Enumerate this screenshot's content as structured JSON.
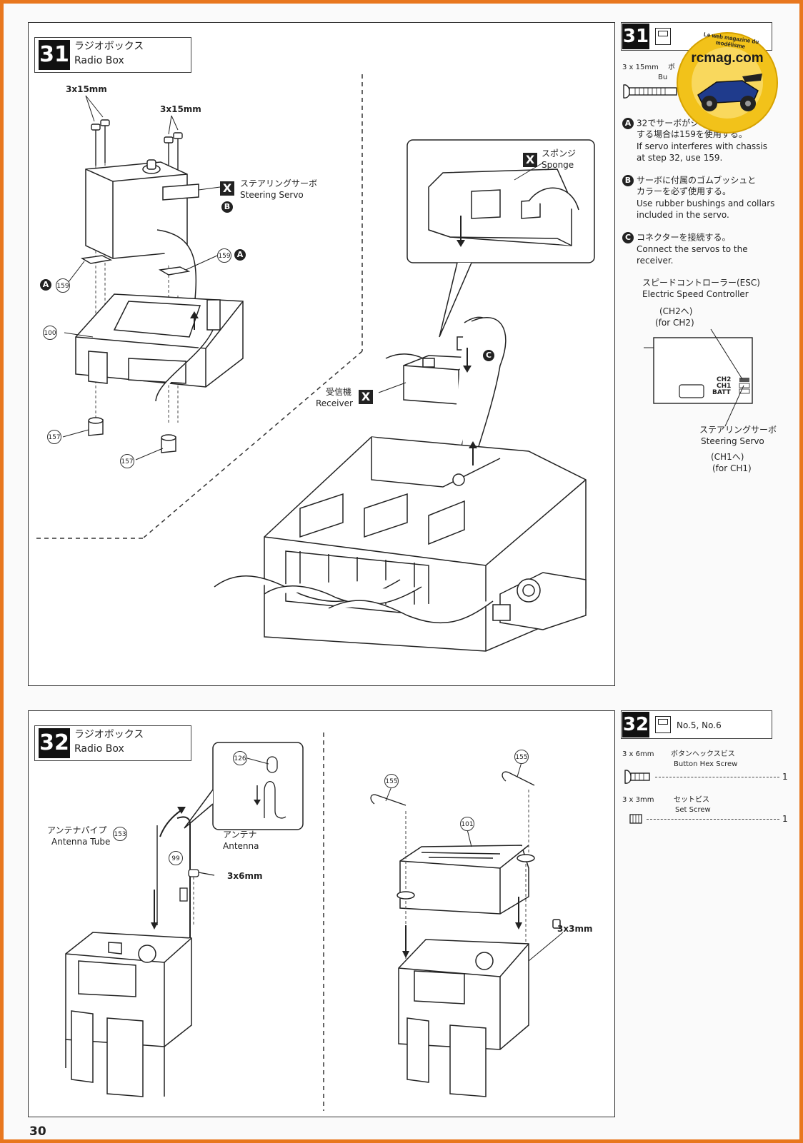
{
  "page": {
    "number": "30"
  },
  "step31": {
    "number": "31",
    "title_jp": "ラジオボックス",
    "title_en": "Radio Box",
    "screw_label_1": "3x15mm",
    "screw_label_2": "3x15mm",
    "servo_jp": "ステアリングサーボ",
    "servo_en": "Steering Servo",
    "servo_x": "X",
    "servo_note_mark": "B",
    "part_159_right": "159",
    "part_159_right_mark": "A",
    "part_159_left": "159",
    "part_159_left_mark": "A",
    "part_100": "100",
    "part_157_left": "157",
    "part_157_right": "157",
    "sponge_jp": "スポンジ",
    "sponge_en": "Sponge",
    "sponge_x": "X",
    "receiver_jp": "受信機",
    "receiver_en": "Receiver",
    "receiver_x": "X",
    "connector_mark": "C"
  },
  "side31": {
    "number": "31",
    "screw_size": "3 x 15mm",
    "screw_name_jp": "ボ",
    "screw_name_en": "Bu",
    "note_a_jp_1": "32でサーボがシャシーに干渉",
    "note_a_jp_2": "する場合は159を使用する。",
    "note_a_en_1": "If servo interferes with chassis",
    "note_a_en_2": "at step 32, use 159.",
    "note_b_jp_1": "サーボに付属のゴムブッシュと",
    "note_b_jp_2": "カラーを必ず使用する。",
    "note_b_en_1": "Use rubber bushings and collars",
    "note_b_en_2": "included in the servo.",
    "note_c_jp": "コネクターを接続する。",
    "note_c_en_1": "Connect the servos to the",
    "note_c_en_2": "receiver.",
    "esc_jp": "スピードコントローラー(ESC)",
    "esc_en": "Electric Speed Controller",
    "ch2_jp": "(CH2へ)",
    "ch2_en": "(for CH2)",
    "rx_ch2": "CH2",
    "rx_ch1": "CH1",
    "rx_batt": "BATT",
    "servo_jp": "ステアリングサーボ",
    "servo_en": "Steering Servo",
    "ch1_jp": "(CH1へ)",
    "ch1_en": "(for CH1)"
  },
  "step32": {
    "number": "32",
    "title_jp": "ラジオボックス",
    "title_en": "Radio Box",
    "antenna_tube_jp": "アンテナパイプ",
    "antenna_tube_en": "Antenna Tube",
    "part_153": "153",
    "part_126": "126",
    "antenna_jp": "アンテナ",
    "antenna_en": "Antenna",
    "part_99": "99",
    "screw_3x6": "3x6mm",
    "part_155_left": "155",
    "part_155_right": "155",
    "part_101": "101",
    "screw_3x3": "3x3mm"
  },
  "side32": {
    "number": "32",
    "bag": "No.5, No.6",
    "item1_size": "3 x 6mm",
    "item1_jp": "ボタンヘックスビス",
    "item1_en": "Button Hex Screw",
    "item1_qty": "1",
    "item2_size": "3 x 3mm",
    "item2_jp": "セットビス",
    "item2_en": "Set Screw",
    "item2_qty": "1"
  },
  "watermark": {
    "text": "Le web magazine du modélisme",
    "brand": "rcmag.com"
  }
}
